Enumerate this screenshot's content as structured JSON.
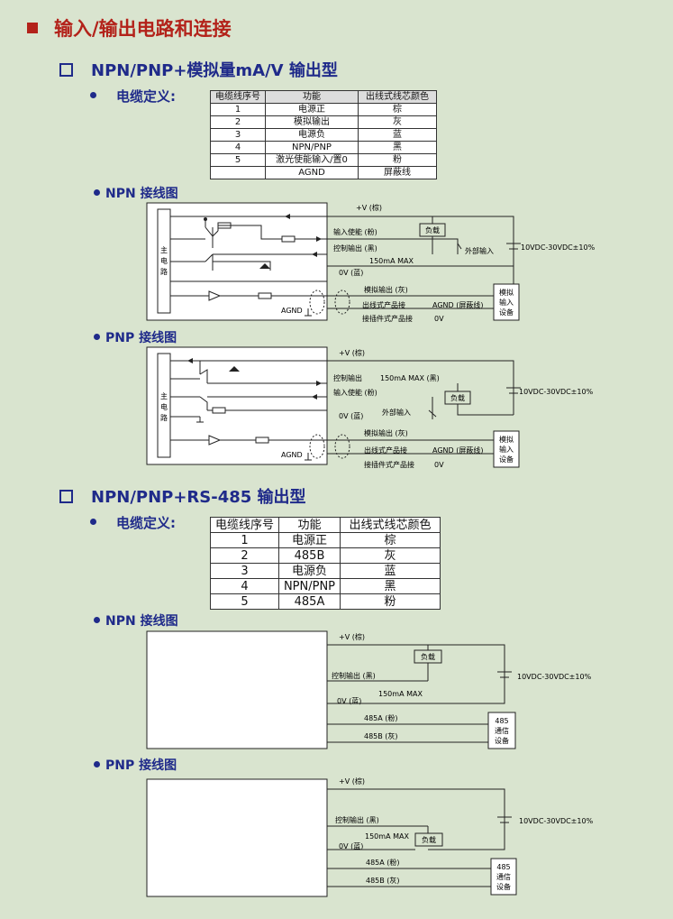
{
  "page": {
    "title": "输入/输出电路和连接",
    "section1_title": "NPN/PNP+模拟量mA/V  输出型",
    "section2_title": "NPN/PNP+RS-485  输出型",
    "cable_def_label_1": "电缆定义:",
    "cable_def_label_2": "电缆定义:",
    "npn_wiring_1": "NPN 接线图",
    "pnp_wiring_1": "PNP 接线图",
    "npn_wiring_2": "NPN 接线图",
    "pnp_wiring_2": "PNP 接线图"
  },
  "table1": {
    "headers": [
      "电缆线序号",
      "功能",
      "出线式线芯颜色"
    ],
    "rows": [
      [
        "1",
        "电源正",
        "棕"
      ],
      [
        "2",
        "模拟输出",
        "灰"
      ],
      [
        "3",
        "电源负",
        "蓝"
      ],
      [
        "4",
        "NPN/PNP",
        "黑"
      ],
      [
        "5",
        "激光使能输入/置0",
        "粉"
      ],
      [
        "",
        "AGND",
        "屏蔽线"
      ]
    ]
  },
  "table2": {
    "headers": [
      "电缆线序号",
      "功能",
      "出线式线芯颜色"
    ],
    "rows": [
      [
        "1",
        "电源正",
        "棕"
      ],
      [
        "2",
        "485B",
        "灰"
      ],
      [
        "3",
        "电源负",
        "蓝"
      ],
      [
        "4",
        "NPN/PNP",
        "黑"
      ],
      [
        "5",
        "485A",
        "粉"
      ]
    ]
  },
  "d1": {
    "main_circuit": [
      "主",
      "电",
      "路"
    ],
    "plus_v": "+V (棕)",
    "enable_in": "输入使能 (粉)",
    "load": "负载",
    "ctrl_out": "控制输出 (黑)",
    "external_in": "外部输入",
    "max": "150mA MAX",
    "zero_v": "0V (蓝)",
    "supply": "10VDC-30VDC±10%",
    "analog_out": "模拟输出 (灰)",
    "agnd": "AGND",
    "cable_prod": "出线式产品接",
    "agnd_shield": "AGND (屏蔽线)",
    "plug_prod": "接插件式产品接",
    "zero_v2": "0V",
    "analog_dev": [
      "模拟",
      "输入",
      "设备"
    ]
  },
  "d2": {
    "main_circuit": [
      "主",
      "电",
      "路"
    ],
    "plus_v": "+V (棕)",
    "ctrl_out": "控制输出",
    "max_black": "150mA MAX (黑)",
    "enable_in": "输入使能 (粉)",
    "load": "负载",
    "zero_v": "0V (蓝)",
    "external_in": "外部输入",
    "supply": "10VDC-30VDC±10%",
    "analog_out": "模拟输出 (灰)",
    "agnd": "AGND",
    "cable_prod": "出线式产品接",
    "agnd_shield": "AGND (屏蔽线)",
    "plug_prod": "接插件式产品接",
    "zero_v2": "0V",
    "analog_dev": [
      "模拟",
      "输入",
      "设备"
    ]
  },
  "d3": {
    "plus_v": "+V (棕)",
    "load": "负载",
    "ctrl_out": "控制输出 (黑)",
    "max": "150mA MAX",
    "zero_v": "0V (蓝)",
    "supply": "10VDC-30VDC±10%",
    "a485": "485A (粉)",
    "b485": "485B (灰)",
    "comm_dev": [
      "485",
      "通信",
      "设备"
    ]
  },
  "d4": {
    "plus_v": "+V (棕)",
    "ctrl_out": "控制输出 (黑)",
    "max": "150mA MAX",
    "zero_v": "0V (蓝)",
    "load": "负载",
    "supply": "10VDC-30VDC±10%",
    "a485": "485A (粉)",
    "b485": "485B (灰)",
    "comm_dev": [
      "485",
      "通信",
      "设备"
    ]
  }
}
